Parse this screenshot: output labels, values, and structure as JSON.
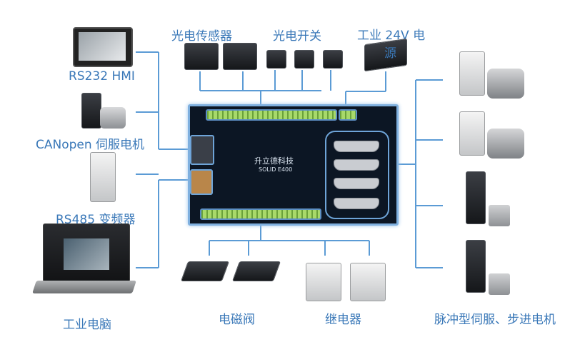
{
  "labels": {
    "hmi": "RS232 HMI",
    "canopen": "CANopen 伺服电机",
    "rs485": "RS485 变频器",
    "ipc": "工业电脑",
    "photo_sensor": "光电传感器",
    "photo_switch": "光电开关",
    "power": "工业 24V 电",
    "power_cont": "源",
    "solenoid": "电磁阀",
    "relay": "继电器",
    "pulse_servo": "脉冲型伺服、步进电机"
  },
  "board": {
    "name": "升立德科技",
    "model": "SOLID E400"
  },
  "colors": {
    "wire": "#5b9bd5",
    "label": "#3a78b8",
    "board_border": "#7fb0df",
    "terminal": "#9ed060"
  }
}
